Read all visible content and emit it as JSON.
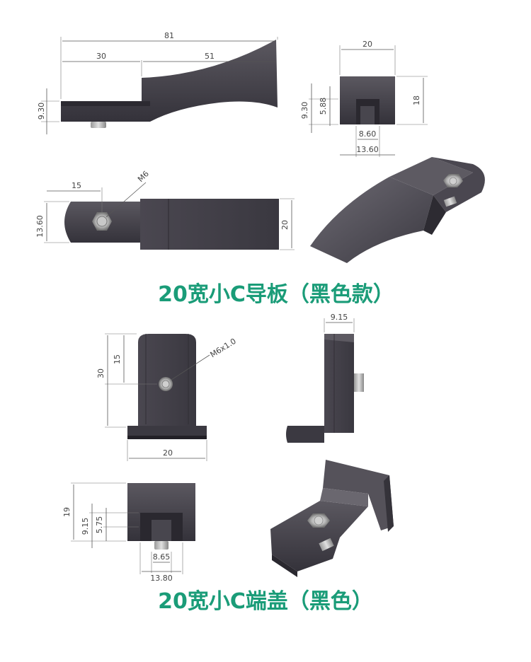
{
  "colors": {
    "part_dark": "#3a3840",
    "part_mid": "#55525a",
    "part_light": "#6d6a72",
    "title": "#1a9c78",
    "dimension": "#555555"
  },
  "guide_plate": {
    "title": "20宽小C导板（黑色款）",
    "side_view": {
      "overall": "81",
      "left": "30",
      "right": "51",
      "height": "9.30"
    },
    "end_view": {
      "width": "20",
      "height": "18",
      "height_left": "9.30",
      "slot_depth": "5.88",
      "slot_inner": "8.60",
      "slot_outer": "13.60"
    },
    "top_view": {
      "hole_offset": "15",
      "width_left": "13.60",
      "width_right": "20",
      "thread": "M6"
    }
  },
  "end_cap": {
    "title": "20宽小C端盖（黑色）",
    "front_view": {
      "height": "30",
      "hole_height": "15",
      "width": "20",
      "thread": "M6x1.0"
    },
    "side_view": {
      "thickness": "9.15"
    },
    "bottom_view": {
      "height": "19",
      "slot_depth": "9.15",
      "inner_depth": "5.75",
      "slot_inner": "8.65",
      "slot_outer": "13.80"
    }
  }
}
